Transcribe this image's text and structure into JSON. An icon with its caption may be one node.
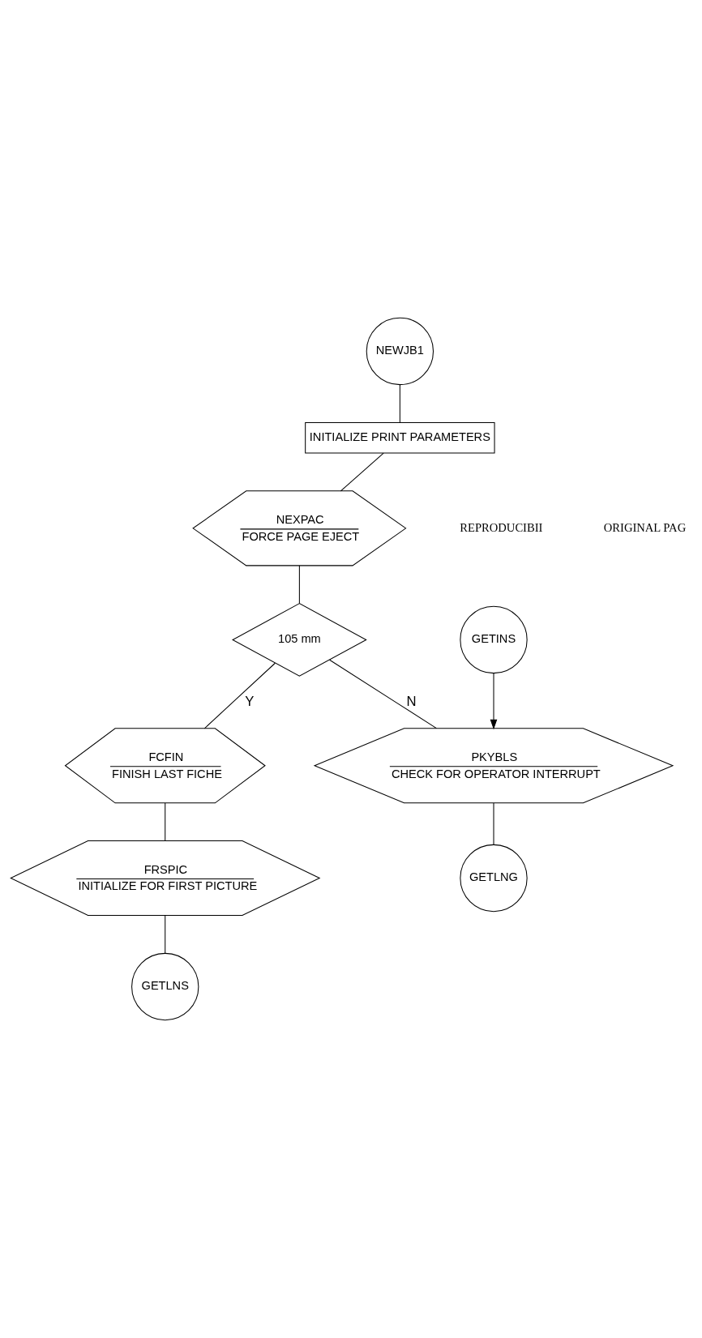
{
  "diagram": {
    "nodes": [
      {
        "text": [
          "NEWJB1"
        ]
      },
      {
        "text": [
          "INITIALIZE PRINT PARAMETERS"
        ]
      },
      {
        "text": [
          "NEXPAC",
          "FORCE PAGE EJECT"
        ]
      },
      {
        "text": [
          "105 mm"
        ]
      },
      {
        "text": [
          "GETINS"
        ]
      },
      {
        "text": [
          "FCFIN",
          "FINISH LAST FICHE"
        ]
      },
      {
        "text": [
          "PKYBLS",
          "CHECK FOR OPERATOR INTERRUPT"
        ]
      },
      {
        "text": [
          "FRSPIC",
          "INITIALIZE FOR FIRST PICTURE"
        ]
      },
      {
        "text": [
          "GETLNG"
        ]
      },
      {
        "text": [
          "GETLNS"
        ]
      }
    ],
    "edges": [
      {
        "from": 0,
        "to": 1,
        "arrow": "none"
      },
      {
        "from": 1,
        "to": 2,
        "arrow": "none"
      },
      {
        "from": 2,
        "to": 3,
        "arrow": "none"
      },
      {
        "from": 3,
        "to": 5,
        "arrow": "none",
        "label": "Y"
      },
      {
        "from": 3,
        "to": 6,
        "arrow": "none",
        "label": "N"
      },
      {
        "from": 4,
        "to": 6,
        "arrow": "to"
      },
      {
        "from": 5,
        "to": 7,
        "arrow": "none"
      },
      {
        "from": 6,
        "to": 8,
        "arrow": "none"
      },
      {
        "from": 7,
        "to": 9,
        "arrow": "none"
      }
    ],
    "labels": [
      "REPRODUCIBII",
      "ORIGINAL PAG"
    ]
  }
}
